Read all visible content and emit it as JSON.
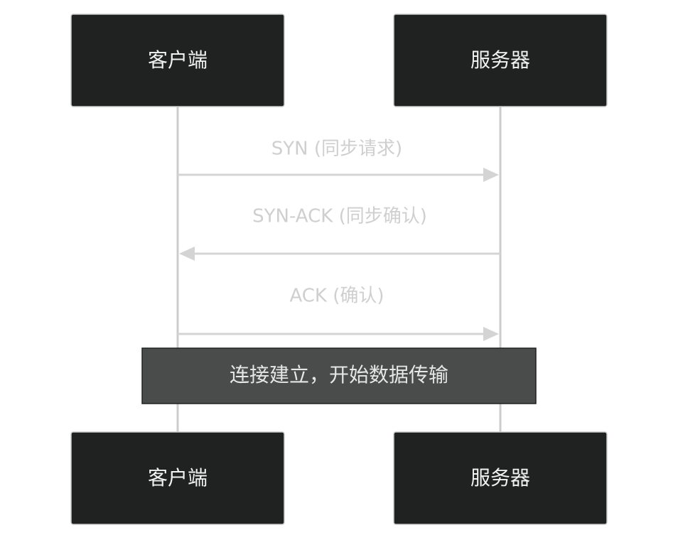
{
  "actors": {
    "client": "客户端",
    "server": "服务器"
  },
  "messages": [
    {
      "label": "SYN (同步请求)",
      "from": "client",
      "to": "server"
    },
    {
      "label": "SYN-ACK (同步确认)",
      "from": "server",
      "to": "client"
    },
    {
      "label": "ACK (确认)",
      "from": "client",
      "to": "server"
    }
  ],
  "note": {
    "text": "连接建立，开始数据传输"
  },
  "colors": {
    "actor_fill": "#202222",
    "note_fill": "#4a4c4c",
    "line": "#cccccc"
  }
}
